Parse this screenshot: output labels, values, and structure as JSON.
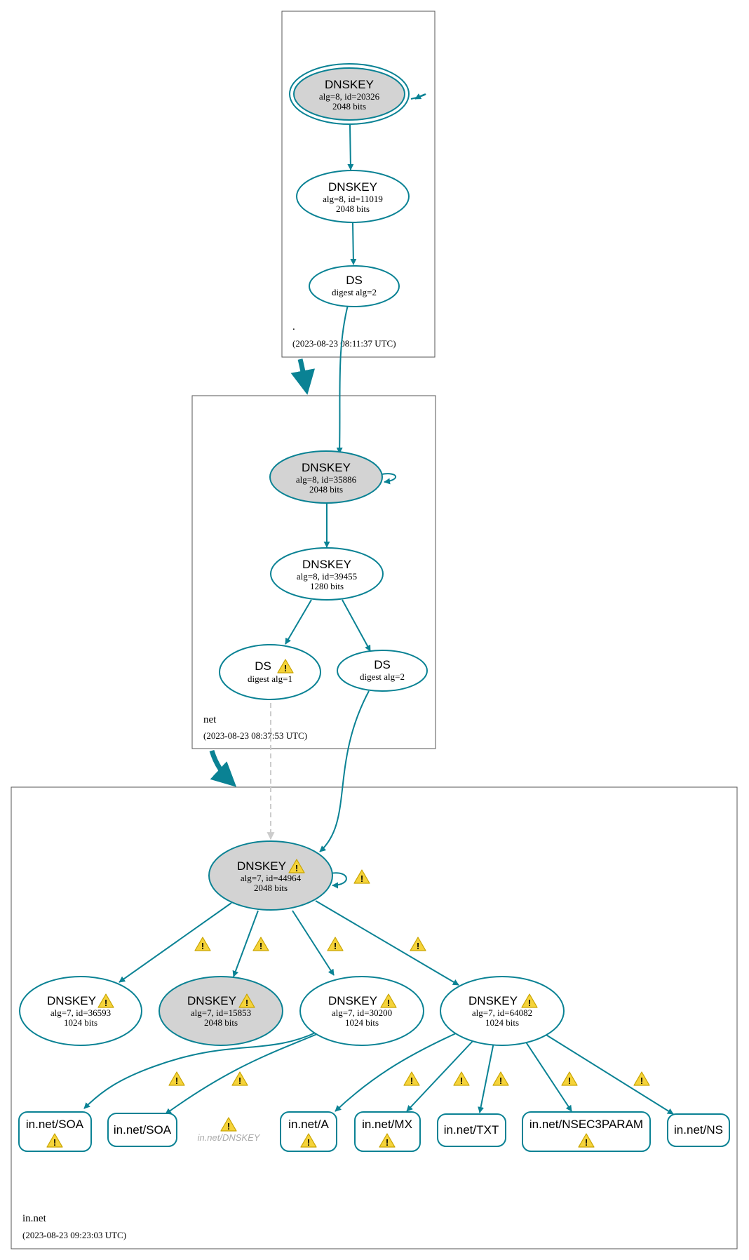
{
  "zones": {
    "root": {
      "name": ".",
      "timestamp": "(2023-08-23 08:11:37 UTC)"
    },
    "net": {
      "name": "net",
      "timestamp": "(2023-08-23 08:37:53 UTC)"
    },
    "in_net": {
      "name": "in.net",
      "timestamp": "(2023-08-23 09:23:03 UTC)"
    }
  },
  "nodes": {
    "root_ksk": {
      "title": "DNSKEY",
      "line1": "alg=8, id=20326",
      "line2": "2048 bits"
    },
    "root_zsk": {
      "title": "DNSKEY",
      "line1": "alg=8, id=11019",
      "line2": "2048 bits"
    },
    "root_ds": {
      "title": "DS",
      "line1": "digest alg=2"
    },
    "net_ksk": {
      "title": "DNSKEY",
      "line1": "alg=8, id=35886",
      "line2": "2048 bits"
    },
    "net_zsk": {
      "title": "DNSKEY",
      "line1": "alg=8, id=39455",
      "line2": "1280 bits"
    },
    "net_ds1": {
      "title": "DS",
      "line1": "digest alg=1"
    },
    "net_ds2": {
      "title": "DS",
      "line1": "digest alg=2"
    },
    "in_ksk": {
      "title": "DNSKEY",
      "line1": "alg=7, id=44964",
      "line2": "2048 bits"
    },
    "in_k1": {
      "title": "DNSKEY",
      "line1": "alg=7, id=36593",
      "line2": "1024 bits"
    },
    "in_k2": {
      "title": "DNSKEY",
      "line1": "alg=7, id=15853",
      "line2": "2048 bits"
    },
    "in_k3": {
      "title": "DNSKEY",
      "line1": "alg=7, id=30200",
      "line2": "1024 bits"
    },
    "in_k4": {
      "title": "DNSKEY",
      "line1": "alg=7, id=64082",
      "line2": "1024 bits"
    }
  },
  "rrsets": {
    "soa1": "in.net/SOA",
    "soa2": "in.net/SOA",
    "dnskey_missing": "in.net/DNSKEY",
    "a": "in.net/A",
    "mx": "in.net/MX",
    "txt": "in.net/TXT",
    "nsec3param": "in.net/NSEC3PARAM",
    "ns": "in.net/NS"
  },
  "colors": {
    "edge": "#0a8294",
    "ksk_fill": "#d3d3d3",
    "warning_fill": "#f5d33a",
    "dashed_edge": "#cccccc"
  },
  "icons": {
    "warning": "warning-icon"
  }
}
